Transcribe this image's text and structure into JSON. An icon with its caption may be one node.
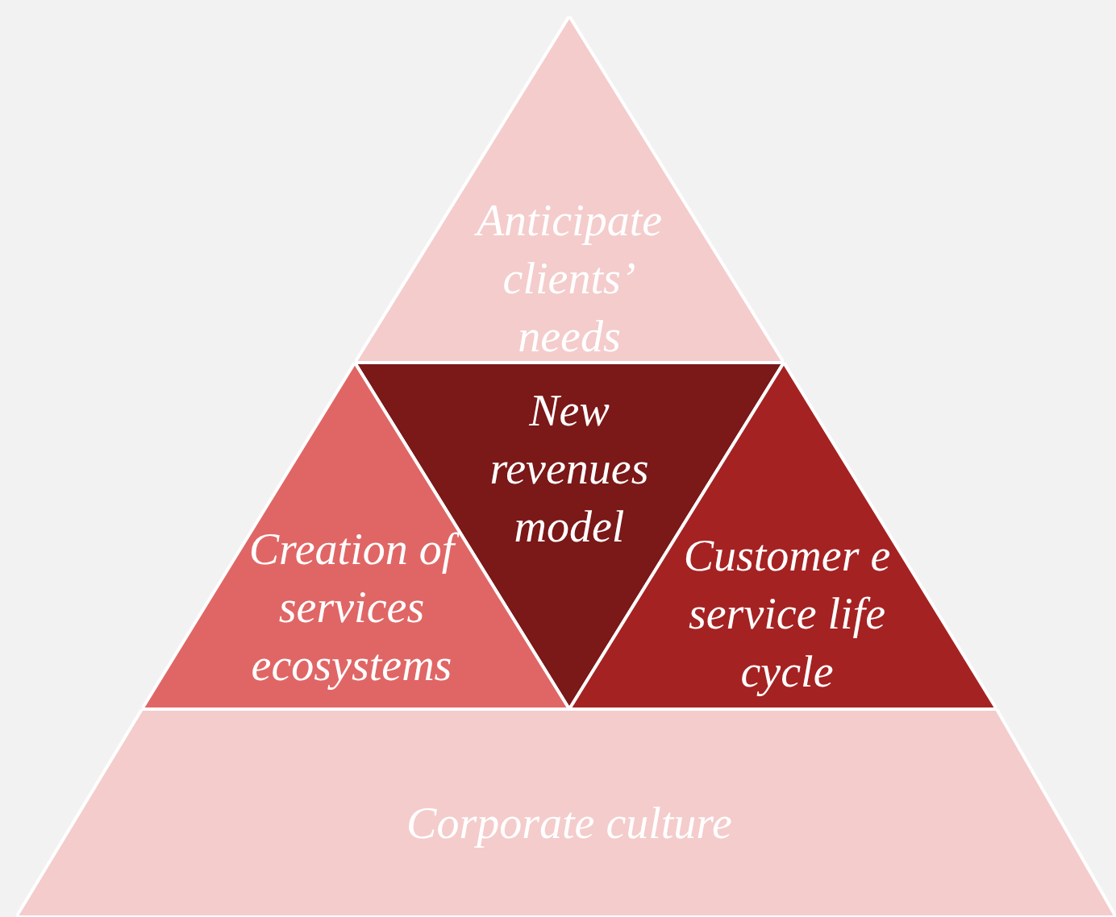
{
  "diagram": {
    "nodes": [
      {
        "text": [
          "Anticipate clients’ needs"
        ]
      },
      {
        "text": [
          "New revenues model"
        ]
      },
      {
        "text": [
          "Creation of services ecosystems"
        ]
      },
      {
        "text": [
          "Customer e service life cycle"
        ]
      },
      {
        "text": [
          "Corporate culture"
        ]
      }
    ]
  }
}
